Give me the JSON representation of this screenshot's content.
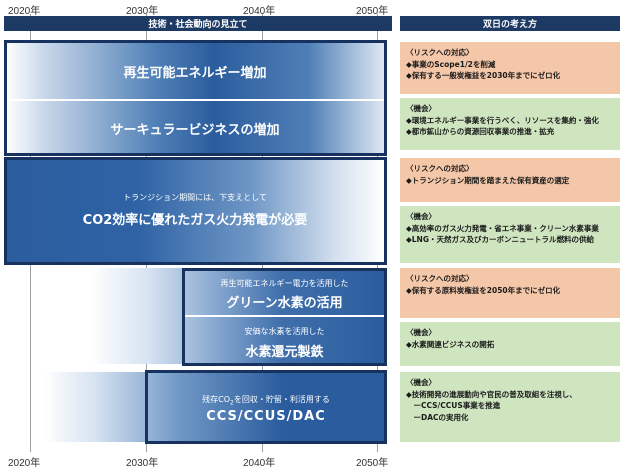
{
  "years": [
    "2020年",
    "2030年",
    "2040年",
    "2050年"
  ],
  "left_header": "技術・社会動向の見立て",
  "right_header": "双日の考え方",
  "bands": {
    "renewable": "再生可能エネルギー増加",
    "circular": "サーキュラービジネスの増加",
    "transition_sub": "トランジション期間には、下支えとして",
    "transition_main": "CO2効率に優れたガス火力発電が必要",
    "hydrogen_sub": "再生可能エネルギー電力を活用した",
    "hydrogen_main": "グリーン水素の活用",
    "steel_sub": "安価な水素を活用した",
    "steel_main": "水素還元製鉄",
    "ccs_sub_pre": "残存CO",
    "ccs_sub_sub": "2",
    "ccs_sub_post": "を回収・貯留・利活用する",
    "ccs_main": "CCS/CCUS/DAC"
  },
  "panels": [
    {
      "heading": "〈リスクへの対応〉",
      "items": [
        "◆事業のScope1/2を削減",
        "◆保有する一般炭権益を2030年までにゼロ化"
      ]
    },
    {
      "heading": "〈機会〉",
      "items": [
        "◆環境エネルギー事業を行うべく、リソースを集約・強化",
        "◆都市鉱山からの資源回収事業の推進・拡充"
      ]
    },
    {
      "heading": "〈リスクへの対応〉",
      "items": [
        "◆トランジション期間を踏まえた保有資産の選定"
      ]
    },
    {
      "heading": "〈機会〉",
      "items": [
        "◆高効率のガス火力発電・省エネ事業・クリーン水素事業",
        "◆LNG・天然ガス及びカーボンニュートラル燃料の供給"
      ]
    },
    {
      "heading": "〈リスクへの対応〉",
      "items": [
        "◆保有する原料炭権益を2050年までにゼロ化"
      ]
    },
    {
      "heading": "〈機会〉",
      "items": [
        "◆水素関連ビジネスの開拓"
      ]
    },
    {
      "heading": "〈機会〉",
      "items": [
        "◆技術開発の進展動向や官民の普及取組を注視し、",
        "　ーCCS/CCUS事業を推進",
        "　ーDACの実用化"
      ]
    }
  ]
}
